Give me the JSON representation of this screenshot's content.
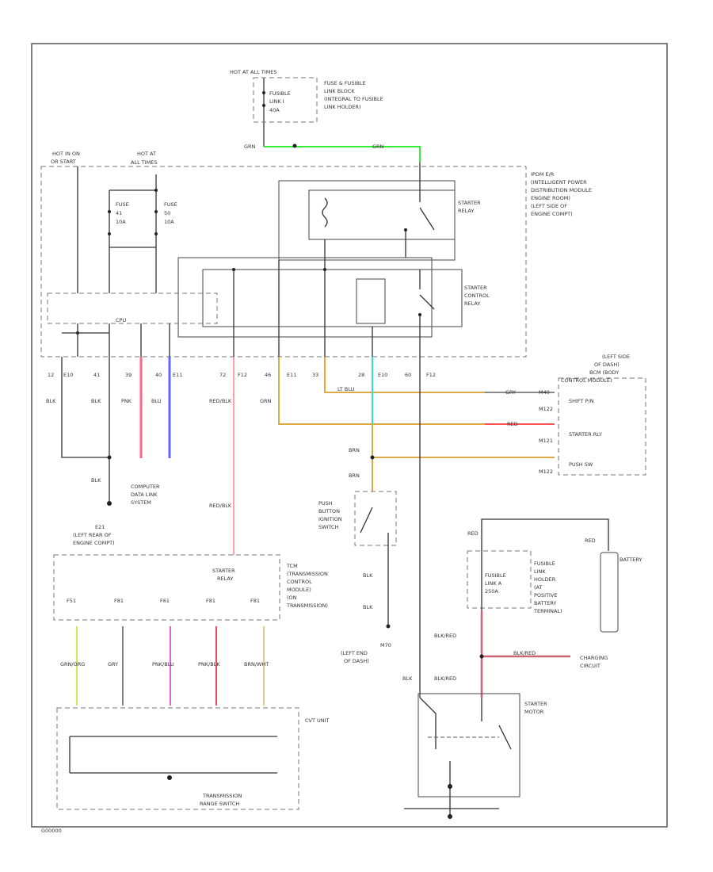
{
  "hot_top": "HOT AT ALL TIMES",
  "fuse_block": [
    "FUSE & FUSIBLE",
    "LINK BLOCK",
    "(INTEGRAL TO FUSIBLE",
    "LINK HOLDER)"
  ],
  "fusible_link_top": [
    "FUSIBLE",
    "LINK I",
    "40A"
  ],
  "hot_in_on": [
    "HOT IN ON",
    "OR START"
  ],
  "hot_at_all": [
    "HOT AT",
    "ALL TIMES"
  ],
  "fuse1": [
    "FUSE",
    "41",
    "10A"
  ],
  "fuse2": [
    "FUSE",
    "50",
    "10A"
  ],
  "ipdm": [
    "IPDM E/R",
    "(INTELLIGENT POWER",
    "DISTRIBUTION MODULE",
    "ENGINE ROOM)",
    "(LEFT SIDE OF",
    "ENGINE COMPT)"
  ],
  "starter_relay": [
    "STARTER",
    "RELAY"
  ],
  "starter_control_relay": [
    "STARTER",
    "CONTROL",
    "RELAY"
  ],
  "cpu": "CPU",
  "bcm": [
    "(LEFT SIDE",
    "OF DASH)",
    "BCM (BODY",
    "CONTROL MODULE)"
  ],
  "bcm_pins": [
    "SHIFT P/N",
    "STARTER RLY",
    "PUSH SW"
  ],
  "bcm_conn": [
    "M40",
    "M122",
    "M121",
    "M122"
  ],
  "pin_labels": [
    "12",
    "E10",
    "41",
    "39",
    "40",
    "E11",
    "72",
    "F12",
    "46",
    "E11",
    "33",
    "28",
    "E10",
    "60",
    "F12"
  ],
  "wire_labels": {
    "blk1": "BLK",
    "blk2": "BLK",
    "pnk": "PNK",
    "blu": "BLU",
    "red_blk": "RED/BLK",
    "grn": "GRN",
    "lt_blu": "LT BLU",
    "brn": "BRN",
    "grn2": "GRN",
    "red": "RED",
    "gry": "GRY",
    "grn_top": "GRN",
    "blk_main": "BLK"
  },
  "computer_data": [
    "COMPUTER",
    "DATA LINK",
    "SYSTEM"
  ],
  "ground_blk": "BLK",
  "push_button": [
    "PUSH",
    "BUTTON",
    "IGNITION",
    "SWITCH"
  ],
  "e21": [
    "E21",
    "(LEFT REAR OF",
    "ENGINE COMPT)"
  ],
  "tcm": [
    "TCM",
    "(TRANSMISSION",
    "CONTROL",
    "MODULE)",
    "(ON",
    "TRANSMISSION)"
  ],
  "tcm_conn": [
    "F51",
    "F81",
    "F61",
    "F81",
    "F81"
  ],
  "tcm_wires": [
    "GRN/ORG",
    "GRY",
    "PNK/BLU",
    "PNK/BLK",
    "BRN/WHT"
  ],
  "cvt_unit": "CVT UNIT",
  "trans_range": [
    "TRANSMISSION",
    "RANGE SWITCH"
  ],
  "m70": [
    "M70",
    "(LEFT END",
    "OF DASH)"
  ],
  "battery": "BATTERY",
  "fusible_link_a": [
    "FUSIBLE",
    "LINK A",
    "250A"
  ],
  "fusible_holder": [
    "FUSIBLE",
    "LINK",
    "HOLDER",
    "(AT",
    "POSITIVE",
    "BATTERY",
    "TERMINAL)"
  ],
  "charging": [
    "CHARGING",
    "CIRCUIT"
  ],
  "starter_motor": [
    "STARTER",
    "MOTOR"
  ],
  "blk_red": "BLK/RED",
  "footer_code": "G00000"
}
